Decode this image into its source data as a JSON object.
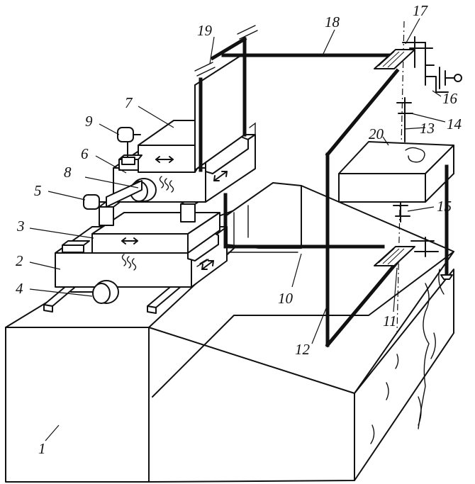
{
  "labels": {
    "l1": "1",
    "l2": "2",
    "l3": "3",
    "l4": "4",
    "l5": "5",
    "l6": "6",
    "l7": "7",
    "l8": "8",
    "l9": "9",
    "l10": "10",
    "l11": "11",
    "l12": "12",
    "l13": "13",
    "l14": "14",
    "l15": "15",
    "l16": "16",
    "l17": "17",
    "l18": "18",
    "l19": "19",
    "l20": "20"
  },
  "icons": [
    "arrow-left-right-icon",
    "motor-icon",
    "gear-icon",
    "bearing-icon"
  ]
}
